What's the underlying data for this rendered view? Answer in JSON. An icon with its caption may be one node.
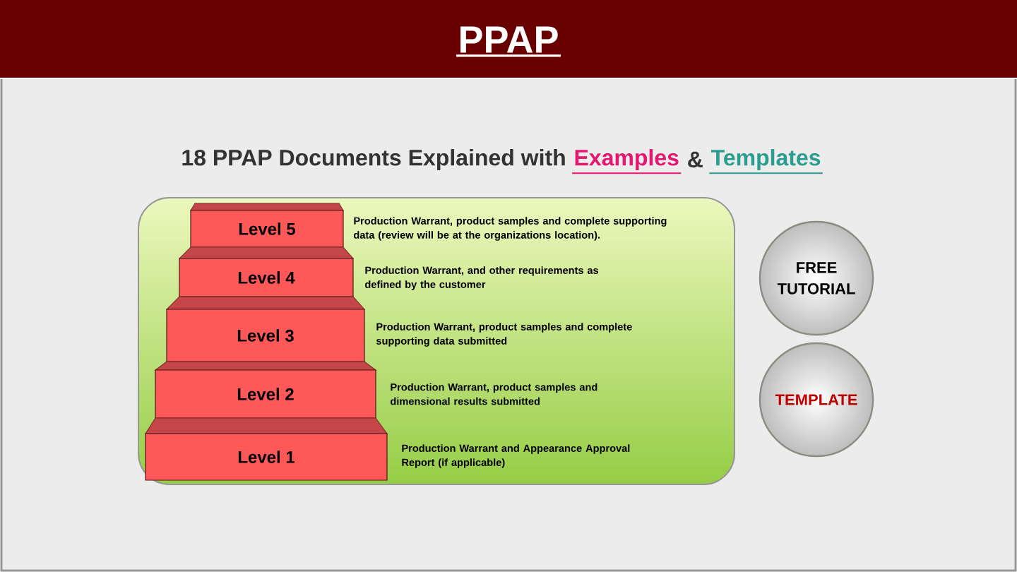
{
  "diagram": {
    "title": "PPAP",
    "nodes": [
      {
        "text": [],
        "shape": "box"
      },
      {
        "text": [
          "Level 5"
        ],
        "in": 0,
        "beside": [
          "Production Warrant, product samples and complete supporting data (review will be at the organizations location)."
        ]
      },
      {
        "text": [
          "Level 4"
        ],
        "in": 0,
        "beside": [
          "Production Warrant, and other requirements as defined by the customer"
        ]
      },
      {
        "text": [
          "Level 3"
        ],
        "in": 0,
        "beside": [
          "Production Warrant, product samples and complete supporting data submitted"
        ]
      },
      {
        "text": [
          "Level 2"
        ],
        "in": 0,
        "beside": [
          "Production Warrant, product samples and dimensional results submitted"
        ]
      },
      {
        "text": [
          "Level 1"
        ],
        "in": 0,
        "beside": [
          "Production Warrant and Appearance Approval Report (if applicable)"
        ]
      },
      {
        "text": [
          "FREE TUTORIAL"
        ]
      },
      {
        "text": [
          "TEMPLATE"
        ]
      }
    ],
    "labels": [
      "18  PPAP Documents Explained with",
      "Examples",
      "&",
      "Templates"
    ]
  }
}
